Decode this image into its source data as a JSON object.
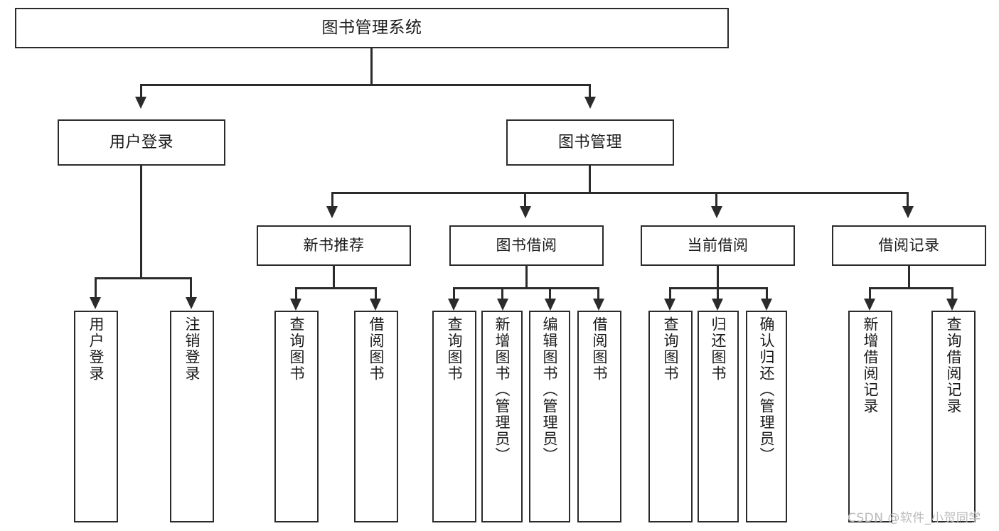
{
  "diagram": {
    "title": "图书管理系统",
    "type": "hierarchy-tree",
    "root": {
      "id": "root",
      "label": "图书管理系统"
    },
    "level1": [
      {
        "id": "user-login",
        "label": "用户登录"
      },
      {
        "id": "book-management",
        "label": "图书管理"
      }
    ],
    "level2": [
      {
        "id": "new-book-recommend",
        "label": "新书推荐"
      },
      {
        "id": "book-borrow",
        "label": "图书借阅"
      },
      {
        "id": "current-borrow",
        "label": "当前借阅"
      },
      {
        "id": "borrow-record",
        "label": "借阅记录"
      }
    ],
    "leaves": {
      "user_login": [
        {
          "id": "leaf-user-login",
          "label": "用户登录"
        },
        {
          "id": "leaf-logout",
          "label": "注销登录"
        }
      ],
      "new_book_recommend": [
        {
          "id": "leaf-query-book-1",
          "label": "查询图书"
        },
        {
          "id": "leaf-borrow-book-1",
          "label": "借阅图书"
        }
      ],
      "book_borrow": [
        {
          "id": "leaf-query-book-2",
          "label": "查询图书"
        },
        {
          "id": "leaf-add-book",
          "label": "新增图书（管理员）"
        },
        {
          "id": "leaf-edit-book",
          "label": "编辑图书（管理员）"
        },
        {
          "id": "leaf-borrow-book-2",
          "label": "借阅图书"
        }
      ],
      "current_borrow": [
        {
          "id": "leaf-query-book-3",
          "label": "查询图书"
        },
        {
          "id": "leaf-return-book",
          "label": "归还图书"
        },
        {
          "id": "leaf-confirm-return",
          "label": "确认归还（管理员）"
        }
      ],
      "borrow_record": [
        {
          "id": "leaf-add-record",
          "label": "新增借阅记录"
        },
        {
          "id": "leaf-query-record",
          "label": "查询借阅记录"
        }
      ]
    }
  },
  "watermark": {
    "text": "CSDN @软件_小贺同学"
  },
  "colors": {
    "stroke": "#2b2b2b",
    "fill": "#ffffff",
    "text": "#1a1a1a",
    "watermark": "#b9b9b9"
  }
}
